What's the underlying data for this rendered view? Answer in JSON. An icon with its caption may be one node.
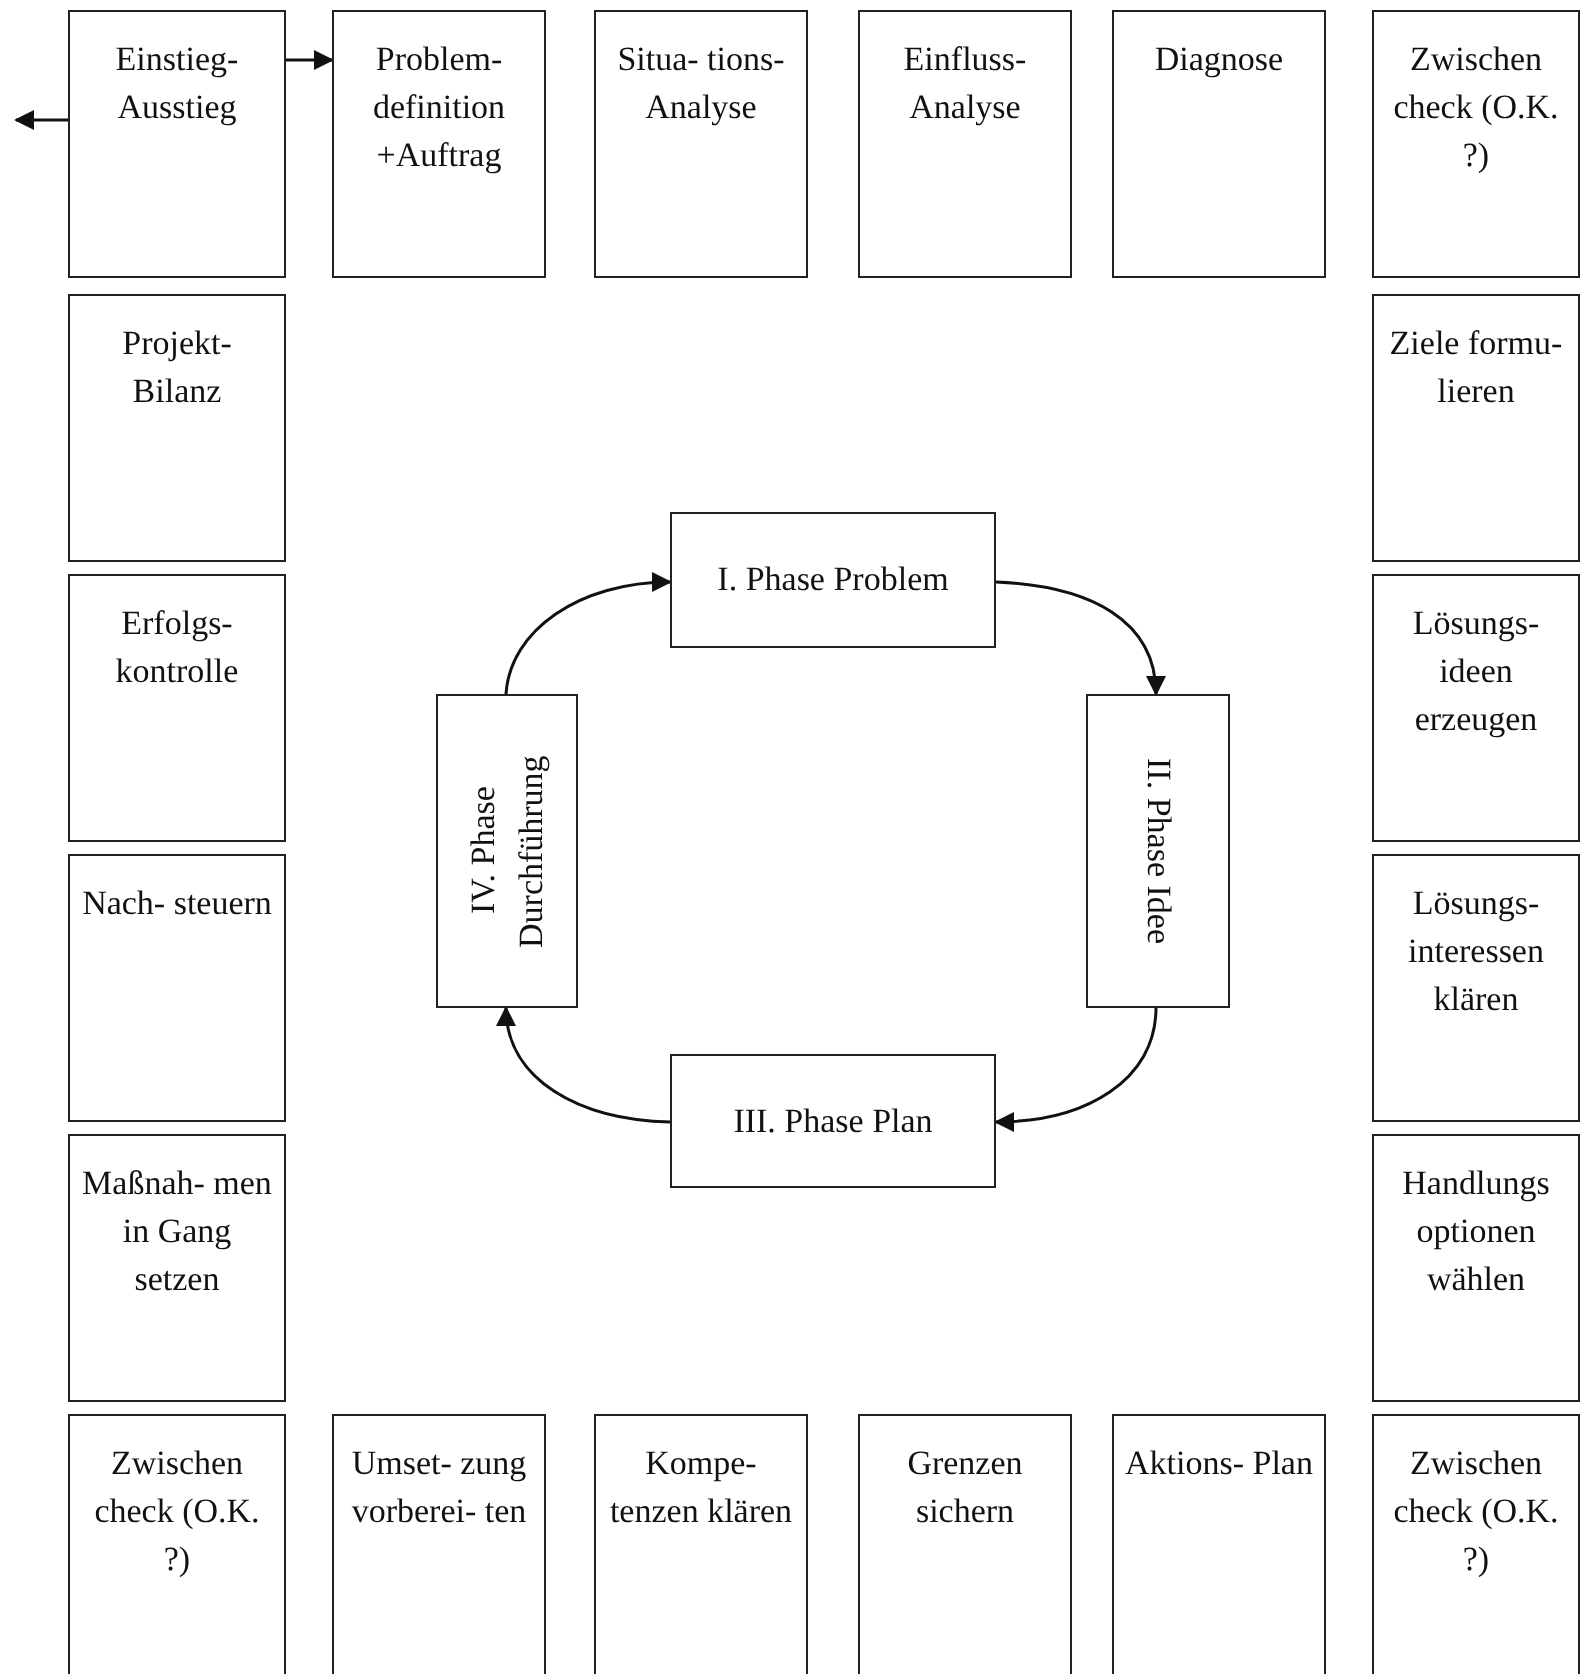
{
  "diagram": {
    "nodes": [
      {
        "text": [
          "Einstieg- Ausstieg"
        ]
      },
      {
        "text": [
          "Problem- definition +Auftrag"
        ]
      },
      {
        "text": [
          "Situa- tions- Analyse"
        ]
      },
      {
        "text": [
          "Einfluss- Analyse"
        ]
      },
      {
        "text": [
          "Diagnose"
        ]
      },
      {
        "text": [
          "Zwischen check (O.K. ?)"
        ]
      },
      {
        "text": [
          "Projekt- Bilanz"
        ]
      },
      {
        "text": [
          "Ziele formu- lieren"
        ]
      },
      {
        "text": [
          "Erfolgs- kontrolle"
        ]
      },
      {
        "text": [
          "Lösungs- ideen erzeugen"
        ]
      },
      {
        "text": [
          "Nach- steuern"
        ]
      },
      {
        "text": [
          "Lösungs- interessen klären"
        ]
      },
      {
        "text": [
          "Maßnah- men in Gang setzen"
        ]
      },
      {
        "text": [
          "Handlungs optionen wählen"
        ]
      },
      {
        "text": [
          "Zwischen check (O.K. ?)"
        ]
      },
      {
        "text": [
          "Umset- zung vorberei- ten"
        ]
      },
      {
        "text": [
          "Kompe- tenzen klären"
        ]
      },
      {
        "text": [
          "Grenzen sichern"
        ]
      },
      {
        "text": [
          "Aktions- Plan"
        ]
      },
      {
        "text": [
          "Zwischen check (O.K. ?)"
        ]
      },
      {
        "text": [
          "I. Phase Problem"
        ]
      },
      {
        "text": [
          "II. Phase Idee"
        ]
      },
      {
        "text": [
          "III. Phase Plan"
        ]
      },
      {
        "text": [
          "IV. Phase Durchführung"
        ]
      }
    ],
    "edges": [
      {
        "from": 0,
        "to": 1,
        "arrow": "to"
      },
      {
        "from": 0,
        "to": null,
        "arrow": "to"
      },
      {
        "from": 20,
        "to": 21,
        "arrow": "to"
      },
      {
        "from": 21,
        "to": 22,
        "arrow": "to"
      },
      {
        "from": 22,
        "to": 23,
        "arrow": "to"
      },
      {
        "from": 23,
        "to": 20,
        "arrow": "to"
      }
    ]
  }
}
